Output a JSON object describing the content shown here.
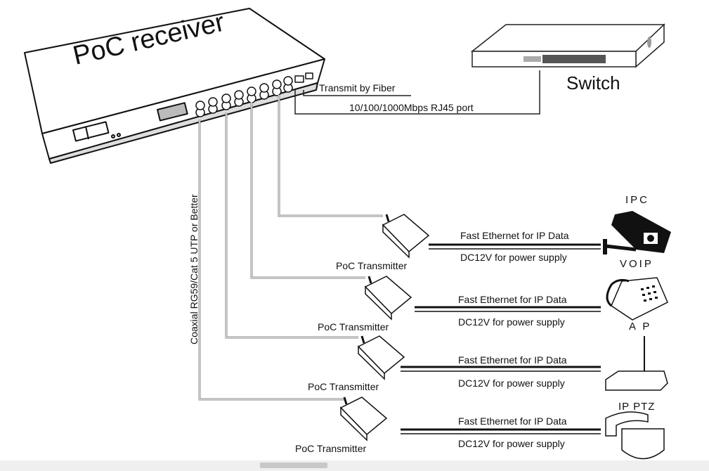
{
  "diagram": {
    "receiver": {
      "label": "PoC receiver"
    },
    "switch": {
      "label": "Switch"
    },
    "uplinks": {
      "fiber_label": "Transmit by Fiber",
      "rj45_label": "10/100/1000Mbps RJ45 port"
    },
    "cable_label": "Coaxial RG59/Cat 5 UTP or Better",
    "branches": [
      {
        "transmitter_label": "PoC Transmitter",
        "data_label": "Fast Ethernet for IP Data",
        "power_label": "DC12V for power supply",
        "device_label": "IPC",
        "device_icon": "ip-camera-icon"
      },
      {
        "transmitter_label": "PoC Transmitter",
        "data_label": "Fast Ethernet for IP Data",
        "power_label": "DC12V for power supply",
        "device_label": "VOIP",
        "device_icon": "voip-phone-icon"
      },
      {
        "transmitter_label": "PoC Transmitter",
        "data_label": "Fast Ethernet for IP Data",
        "power_label": "DC12V for power supply",
        "device_label": "A P",
        "device_icon": "access-point-icon"
      },
      {
        "transmitter_label": "PoC Transmitter",
        "data_label": "Fast Ethernet for IP Data",
        "power_label": "DC12V for power supply",
        "device_label": "IP PTZ",
        "device_icon": "ptz-camera-icon"
      }
    ]
  }
}
